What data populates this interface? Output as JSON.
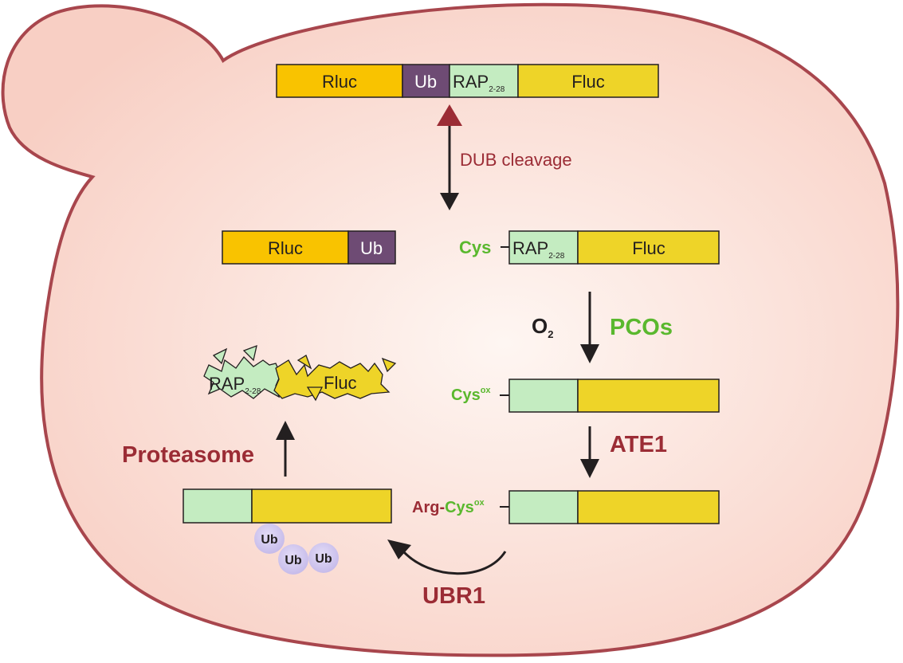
{
  "colors": {
    "cell_fill_center": "#fef6f2",
    "cell_fill_edge": "#f8cfc4",
    "cell_outline": "#a8464d",
    "rluc": "#f9c300",
    "ub": "#6e4b74",
    "rap": "#c4ecc1",
    "fluc": "#eed428",
    "cys_green": "#5ab82e",
    "dark_red": "#9b2c35",
    "ub_bubble": "#cfc6ee",
    "arrow": "#231f20",
    "cleavage_arrow": "#9b2c35"
  },
  "construct_top": {
    "rluc": "Rluc",
    "ub": "Ub",
    "rap": "RAP",
    "rap_sub": "2-28",
    "fluc": "Fluc"
  },
  "dub_cleavage": "DUB cleavage",
  "product_left": {
    "rluc": "Rluc",
    "ub": "Ub"
  },
  "product_right": {
    "cys": "Cys",
    "rap": "RAP",
    "rap_sub": "2-28",
    "fluc": "Fluc"
  },
  "oxidation": {
    "o2": "O",
    "o2_sub": "2",
    "enzyme": "PCOs"
  },
  "cys_ox": {
    "cys": "Cys",
    "ox": "ox"
  },
  "arginylation": {
    "enzyme": "ATE1"
  },
  "arg_cys_ox": {
    "arg": "Arg-",
    "cys": "Cys",
    "ox": "ox"
  },
  "ubiquitination": {
    "enzyme": "UBR1",
    "ub_tags": [
      "Ub",
      "Ub",
      "Ub"
    ]
  },
  "degradation": {
    "enzyme": "Proteasome"
  },
  "fragments": {
    "rap": "RAP",
    "rap_sub": "2-28",
    "fluc": "Fluc"
  }
}
